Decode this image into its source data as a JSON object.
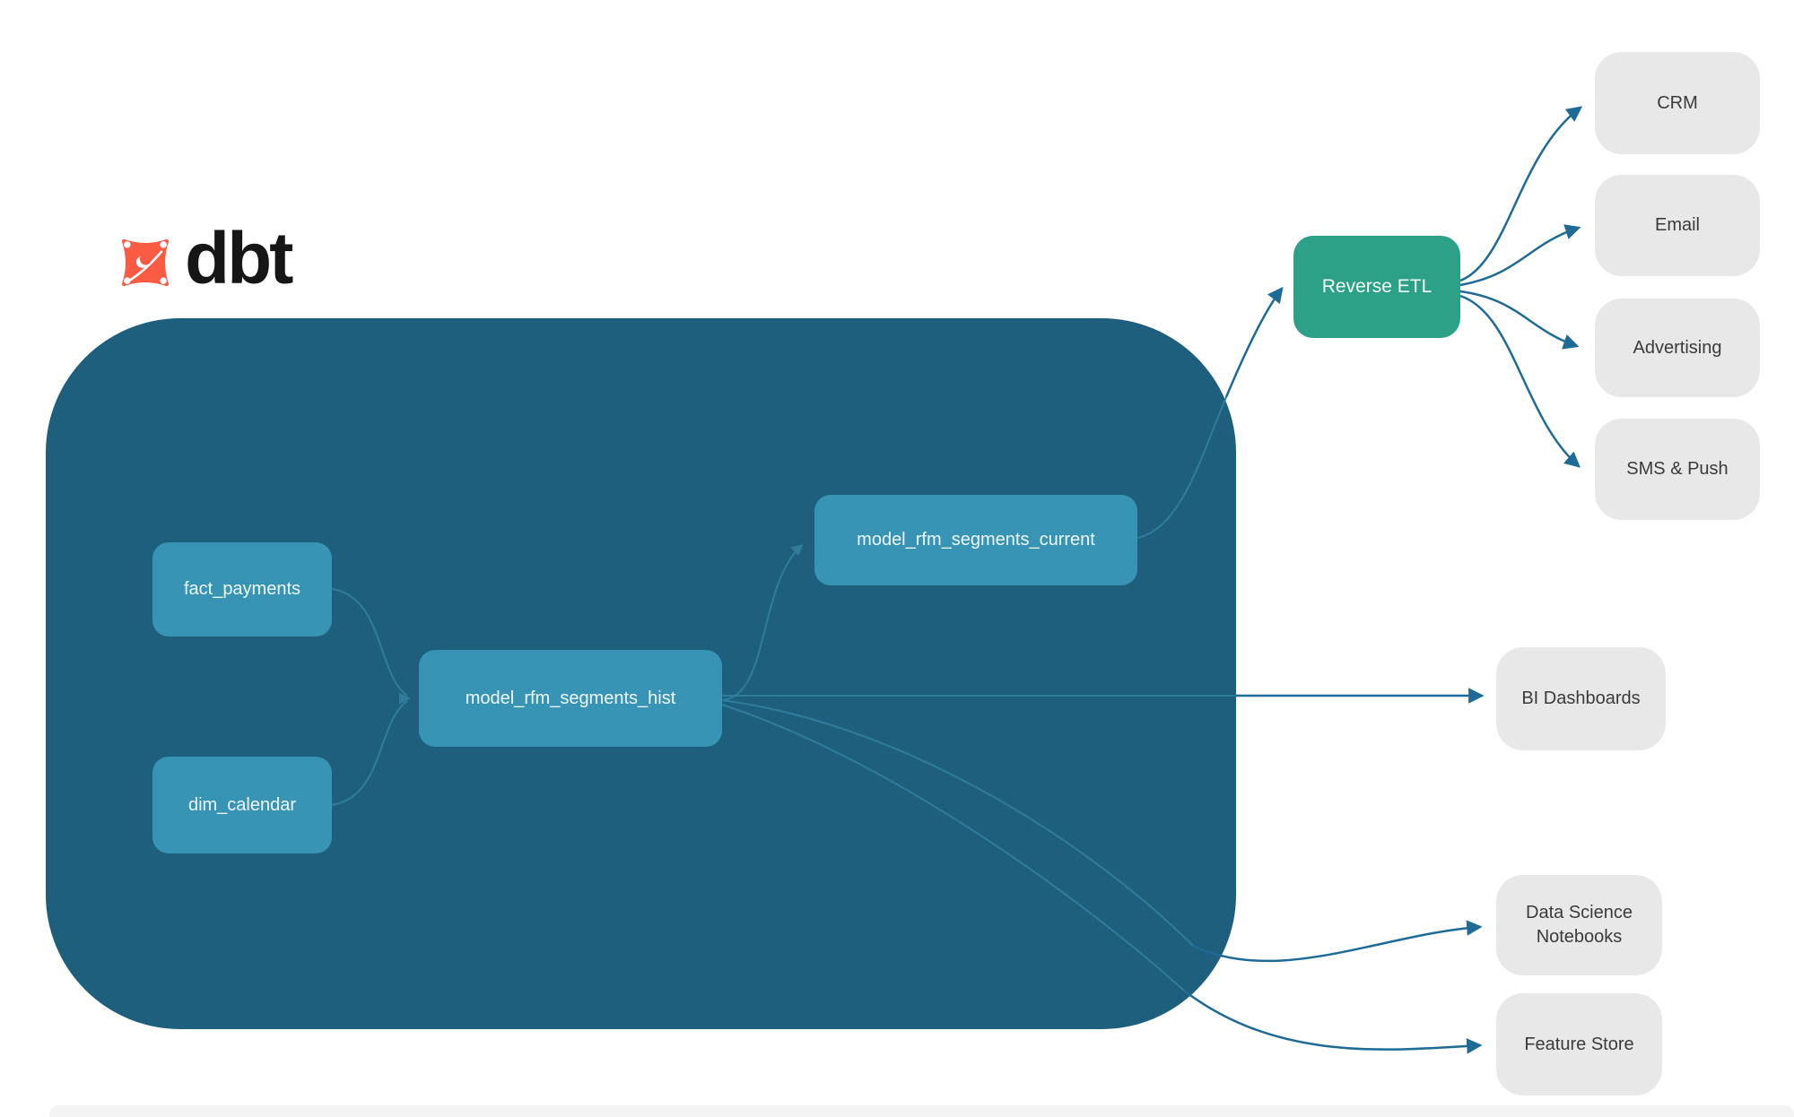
{
  "brand": {
    "name": "dbt",
    "icon": "dbt-star-icon",
    "icon_color": "#FB5A43",
    "text_color": "#161616"
  },
  "palette": {
    "container_bg": "#1E5F7E",
    "model_node_bg": "#3794B4",
    "model_node_text": "#EFF7FA",
    "reverse_etl_bg": "#2CA187",
    "destination_bg": "#E8E8E8",
    "destination_text": "#3B3B3B",
    "edge_inside_container": "#2F7D9B",
    "edge_outside_container": "#1D6B96"
  },
  "nodes": {
    "fact_payments": {
      "label": "fact_payments"
    },
    "dim_calendar": {
      "label": "dim_calendar"
    },
    "model_rfm_segments_hist": {
      "label": "model_rfm_segments_hist"
    },
    "model_rfm_segments_current": {
      "label": "model_rfm_segments_current"
    },
    "reverse_etl": {
      "label": "Reverse ETL"
    },
    "crm": {
      "label": "CRM"
    },
    "email": {
      "label": "Email"
    },
    "advertising": {
      "label": "Advertising"
    },
    "sms_push": {
      "label": "SMS & Push"
    },
    "bi_dashboards": {
      "label": "BI Dashboards"
    },
    "data_science_notebooks": {
      "label": "Data Science Notebooks"
    },
    "feature_store": {
      "label": "Feature Store"
    }
  },
  "edges": [
    {
      "from": "fact_payments",
      "to": "model_rfm_segments_hist"
    },
    {
      "from": "dim_calendar",
      "to": "model_rfm_segments_hist"
    },
    {
      "from": "model_rfm_segments_hist",
      "to": "model_rfm_segments_current"
    },
    {
      "from": "model_rfm_segments_current",
      "to": "reverse_etl"
    },
    {
      "from": "reverse_etl",
      "to": "crm"
    },
    {
      "from": "reverse_etl",
      "to": "email"
    },
    {
      "from": "reverse_etl",
      "to": "advertising"
    },
    {
      "from": "reverse_etl",
      "to": "sms_push"
    },
    {
      "from": "model_rfm_segments_hist",
      "to": "bi_dashboards"
    },
    {
      "from": "model_rfm_segments_hist",
      "to": "data_science_notebooks"
    },
    {
      "from": "model_rfm_segments_hist",
      "to": "feature_store"
    }
  ]
}
